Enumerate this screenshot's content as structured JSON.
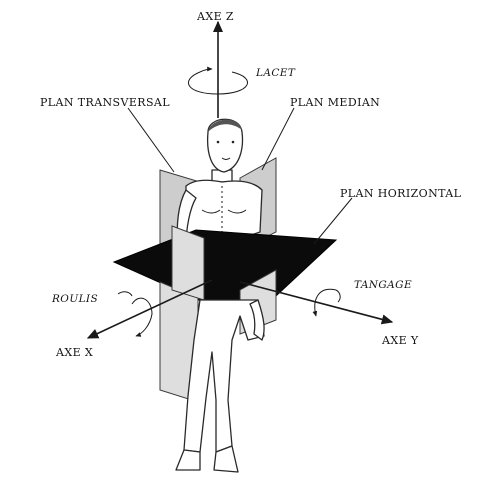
{
  "labels": {
    "axe_z": "AXE Z",
    "axe_x": "AXE X",
    "axe_y": "AXE Y",
    "lacet": "LACET",
    "roulis": "ROULIS",
    "tangage": "TANGAGE",
    "plan_transversal": "PLAN TRANSVERSAL",
    "plan_median": "PLAN MEDIAN",
    "plan_horizontal": "PLAN HORIZONTAL"
  },
  "colors": {
    "ink": "#141414",
    "plane_grey": "#cdcdcd",
    "plane_black": "#0b0b0b",
    "background": "#ffffff"
  }
}
